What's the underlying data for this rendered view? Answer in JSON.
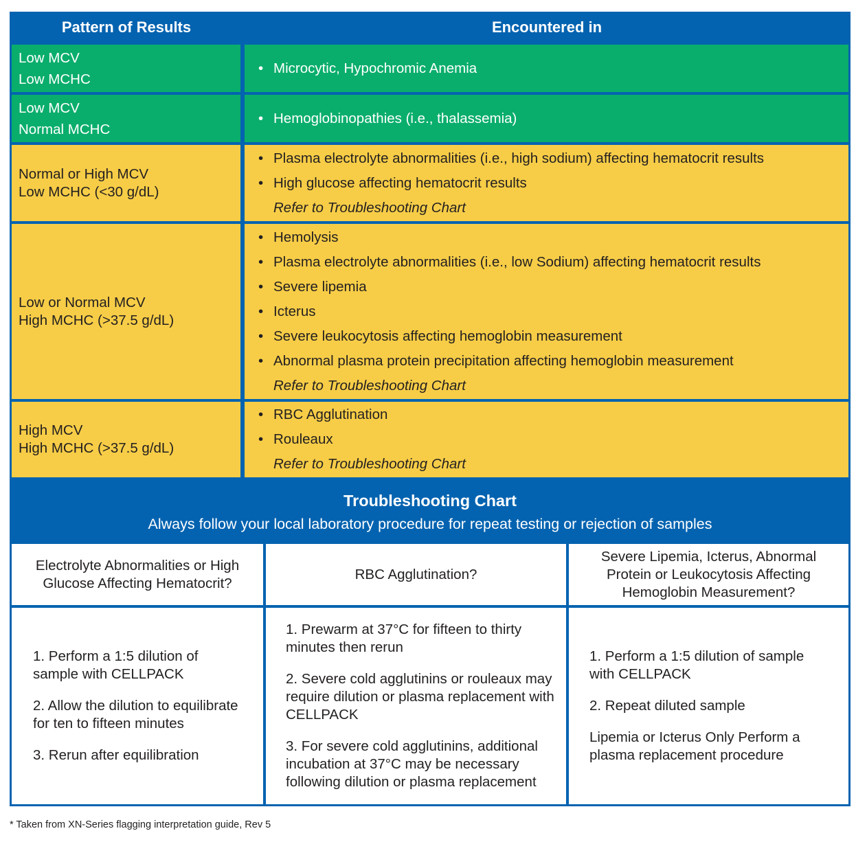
{
  "header": {
    "pattern_col": "Pattern of Results",
    "encountered_col": "Encountered in"
  },
  "rows": [
    {
      "pattern": [
        "Low MCV",
        "Low MCHC"
      ],
      "color": "green",
      "bullets": [
        "Microcytic, Hypochromic Anemia"
      ],
      "refer": ""
    },
    {
      "pattern": [
        "Low MCV",
        "Normal MCHC"
      ],
      "color": "green",
      "bullets": [
        "Hemoglobinopathies (i.e., thalassemia)"
      ],
      "refer": ""
    },
    {
      "pattern": [
        "Normal or High MCV",
        "Low MCHC (<30 g/dL)"
      ],
      "color": "yellow",
      "bullets": [
        "Plasma electrolyte abnormalities (i.e., high sodium) affecting hematocrit results",
        "High glucose affecting hematocrit results"
      ],
      "refer": "Refer to Troubleshooting Chart"
    },
    {
      "pattern": [
        "Low or Normal MCV",
        "High MCHC (>37.5 g/dL)"
      ],
      "color": "yellow",
      "bullets": [
        "Hemolysis",
        "Plasma electrolyte abnormalities (i.e., low Sodium) affecting hematocrit results",
        "Severe lipemia",
        "Icterus",
        "Severe leukocytosis affecting hemoglobin measurement",
        "Abnormal plasma protein precipitation affecting hemoglobin measurement"
      ],
      "refer": "Refer to Troubleshooting Chart"
    },
    {
      "pattern": [
        "High MCV",
        "High MCHC (>37.5 g/dL)"
      ],
      "color": "yellow",
      "bullets": [
        "RBC Agglutination",
        "Rouleaux"
      ],
      "refer": "Refer to Troubleshooting Chart"
    }
  ],
  "troubleshooting": {
    "title": "Troubleshooting Chart",
    "subtitle": "Always follow your local laboratory procedure for repeat testing or rejection of samples",
    "columns": [
      {
        "heading": "Electrolyte Abnormalities or High Glucose Affecting Hematocrit?",
        "steps": [
          "1. Perform a 1:5 dilution of sample with CELLPACK",
          "2. Allow the dilution to equilibrate for ten to fifteen minutes",
          "3. Rerun after equilibration"
        ]
      },
      {
        "heading": "RBC Agglutination?",
        "steps": [
          "1. Prewarm at 37°C for fifteen to thirty minutes then rerun",
          "2. Severe cold agglutinins or rouleaux may require dilution or plasma replacement with CELLPACK",
          "3. For severe cold agglutinins, additional incubation at 37°C may be necessary following dilution or plasma replacement"
        ]
      },
      {
        "heading": "Severe Lipemia, Icterus, Abnormal Protein or Leukocytosis Affecting Hemoglobin Measurement?",
        "steps": [
          "1. Perform a 1:5 dilution of sample with CELLPACK",
          "2. Repeat diluted sample",
          "Lipemia or Icterus Only Perform a plasma replacement procedure"
        ]
      }
    ]
  },
  "footnote": "* Taken from XN-Series flagging interpretation guide, Rev 5",
  "colors": {
    "frame_blue": "#0463b0",
    "green": "#0aae6c",
    "yellow": "#f7cd47"
  }
}
